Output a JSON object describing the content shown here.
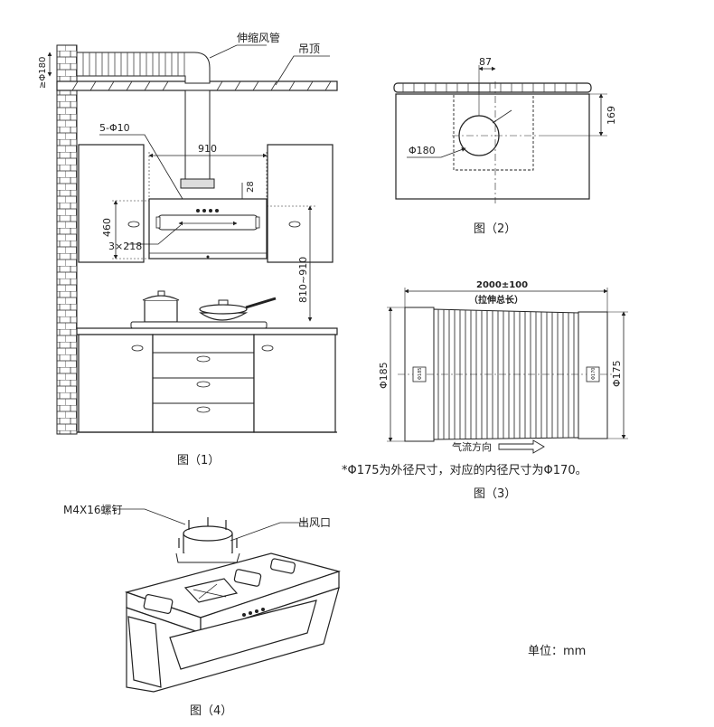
{
  "fig1": {
    "caption": "图（1）",
    "label_hose": "伸缩风管",
    "label_ceiling": "吊顶",
    "label_phi180": "≥Φ180",
    "label_holes": "5-Φ10",
    "dim_width": "910",
    "dim_28": "28",
    "dim_460": "460",
    "dim_spacing": "3×218",
    "dim_height": "810~910"
  },
  "fig2": {
    "caption": "图（2）",
    "dim_87": "87",
    "dim_169": "169",
    "label_phi": "Φ180"
  },
  "fig3": {
    "caption": "图（3）",
    "dim_length": "2000±100",
    "dim_length_note": "（拉伸总长）",
    "dim_left": "Φ185",
    "dim_right": "Φ175",
    "label_airflow": "气流方向",
    "tag_left": "Φ185",
    "tag_right": "Φ170",
    "note": "*Φ175为外径尺寸，对应的内径尺寸为Φ170。"
  },
  "fig4": {
    "caption": "图（4）",
    "label_screw": "M4X16螺钉",
    "label_outlet": "出风口"
  },
  "unit": "单位：mm"
}
